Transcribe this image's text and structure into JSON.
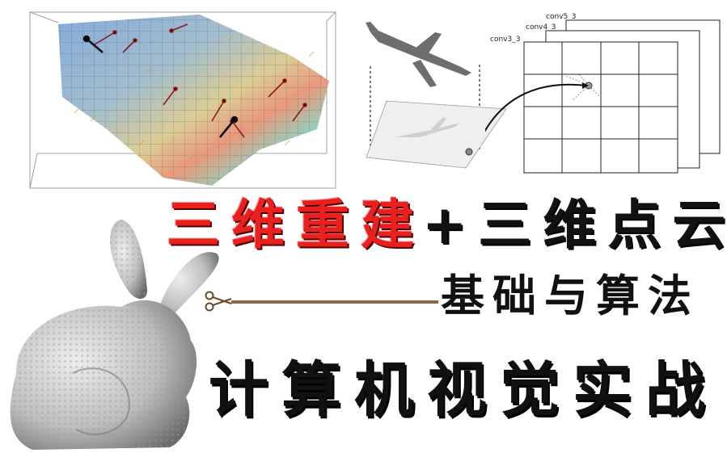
{
  "title_line1": {
    "part_red": "三维重建",
    "part_black": "+三维点云"
  },
  "title_line2": "基础与算法",
  "title_line3": "计算机视觉实战",
  "conv_labels": [
    "conv5_3",
    "conv4_3",
    "conv3_3"
  ],
  "colors": {
    "red_title": "#e8201e",
    "black_title": "#111111",
    "divider": "#8a6a48"
  },
  "icons": [
    "scissors-icon",
    "bunny-mesh-image",
    "airplane-image",
    "vector-field-image",
    "feature-grid-image"
  ]
}
